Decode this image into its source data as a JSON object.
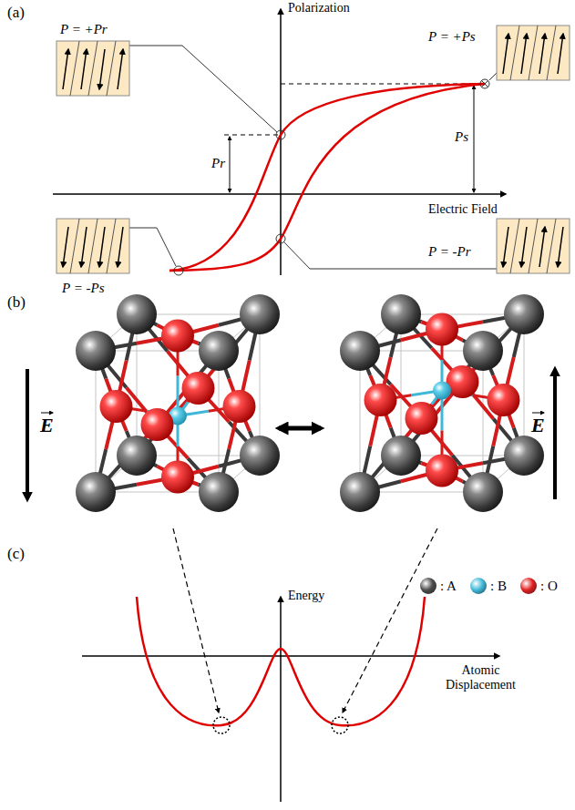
{
  "diagram": {
    "labels": [
      "(a)",
      "Polarization",
      "P = +Pr",
      "P = +Ps",
      "Pr",
      "Ps",
      "Electric Field",
      "P = -Ps",
      "P = -Pr",
      "(b)",
      "E",
      "E",
      "(c)",
      "Energy",
      "Atomic Displacement"
    ],
    "legend": [
      {
        "text": ": A",
        "color": "#4d4d4d"
      },
      {
        "text": ": B",
        "color": "#3fb8d8"
      },
      {
        "text": ": O",
        "color": "#e02020"
      }
    ]
  }
}
